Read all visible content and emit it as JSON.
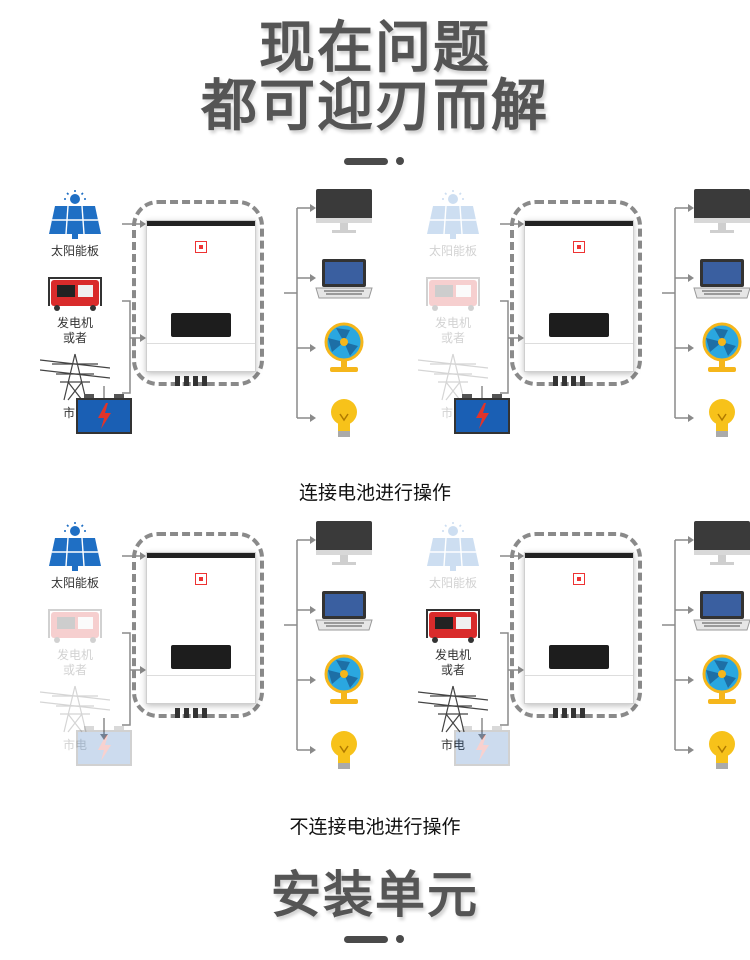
{
  "headline": {
    "line1": "现在问题",
    "line2": "都可迎刃而解"
  },
  "footer_title": "安装单元",
  "captions": {
    "with_battery": "连接电池进行操作",
    "without_battery": "不连接电池进行操作"
  },
  "sources": {
    "solar": "太阳能板",
    "generator_line1": "发电机",
    "generator_line2": "或者",
    "grid": "市电"
  },
  "devices": [
    "monitor-icon",
    "laptop-icon",
    "fan-icon",
    "lightbulb-icon"
  ],
  "panels": [
    {
      "active": [
        "solar",
        "generator",
        "grid"
      ],
      "battery_active": true
    },
    {
      "active": [
        "none"
      ],
      "battery_active": true
    },
    {
      "active": [
        "solar"
      ],
      "battery_active": false
    },
    {
      "active": [
        "generator",
        "grid"
      ],
      "battery_active": false
    }
  ],
  "colors": {
    "solar_blue": "#1f6fc4",
    "generator_red": "#d92b2b",
    "battery_blue": "#1a5fb4",
    "bolt_red": "#e0342a",
    "fan_blue": "#2aa7e0",
    "fan_yellow": "#f5b61b",
    "bulb_yellow": "#f7c21a"
  }
}
